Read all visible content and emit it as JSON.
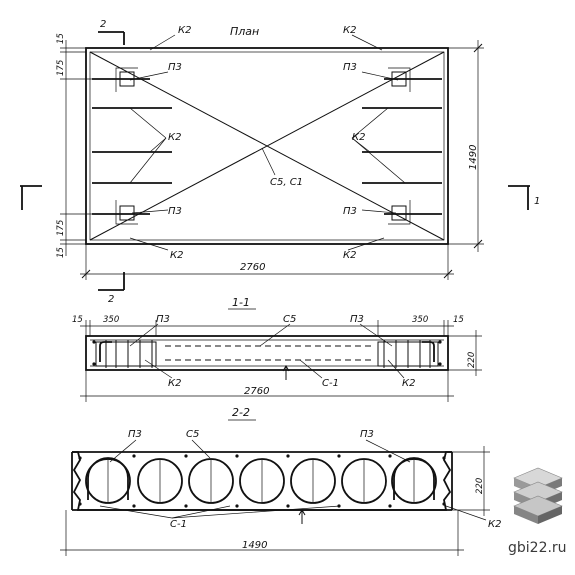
{
  "views": {
    "plan": {
      "title": "План",
      "section_marker": "2",
      "labels": {
        "k2_tl": "К2",
        "k2_tr": "К2",
        "p3_tl": "П3",
        "p3_tr": "П3",
        "k2_ml": "К2",
        "k2_mr": "К2",
        "c5c1": "С5, С1",
        "p3_bl": "П3",
        "p3_br": "П3",
        "k2_bl": "К2",
        "k2_br": "К2"
      },
      "dims": {
        "top_15": "15",
        "top_175": "175",
        "bot_175": "175",
        "bot_15": "15",
        "length": "2760",
        "width": "1490"
      },
      "section_1_marker": "1"
    },
    "section_1": {
      "title": "1-1",
      "labels": {
        "p3_l": "П3",
        "c5": "С5",
        "p3_r": "П3",
        "k2_l": "К2",
        "c1": "С-1",
        "k2_r": "К2"
      },
      "dims": {
        "left_15": "15",
        "left_350": "350",
        "right_350": "350",
        "right_15": "15",
        "height": "220",
        "length": "2760"
      }
    },
    "section_2": {
      "title": "2-2",
      "labels": {
        "p3_l": "П3",
        "c5": "С5",
        "p3_r": "П3",
        "c1": "С-1",
        "k2": "К2"
      },
      "dims": {
        "height": "220",
        "width": "1490"
      }
    }
  },
  "watermark": {
    "text": "gbi22.ru"
  }
}
